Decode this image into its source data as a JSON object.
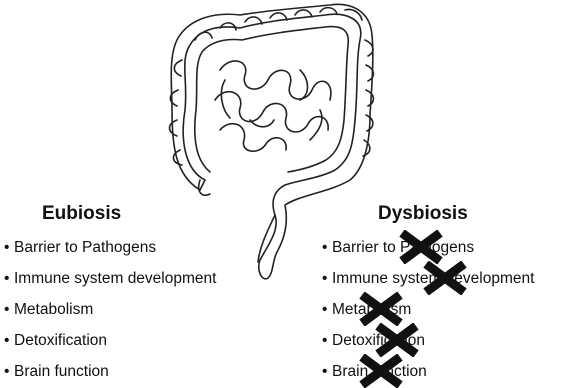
{
  "eubiosis": {
    "title": "Eubiosis",
    "items": [
      "Barrier to Pathogens",
      "Immune system development",
      "Metabolism",
      "Detoxification",
      "Brain function"
    ]
  },
  "dysbiosis": {
    "title": "Dysbiosis",
    "items": [
      "Barrier to Pathogens",
      "Immune system development",
      "Metabolism",
      "Detoxification",
      "Brain function"
    ]
  },
  "bullet_char": "•",
  "colors": {
    "text": "#111111",
    "cross": "#111111",
    "outline": "#222222"
  },
  "icons": {
    "cross": "x-mark-icon",
    "organ": "large-intestine-illustration"
  }
}
